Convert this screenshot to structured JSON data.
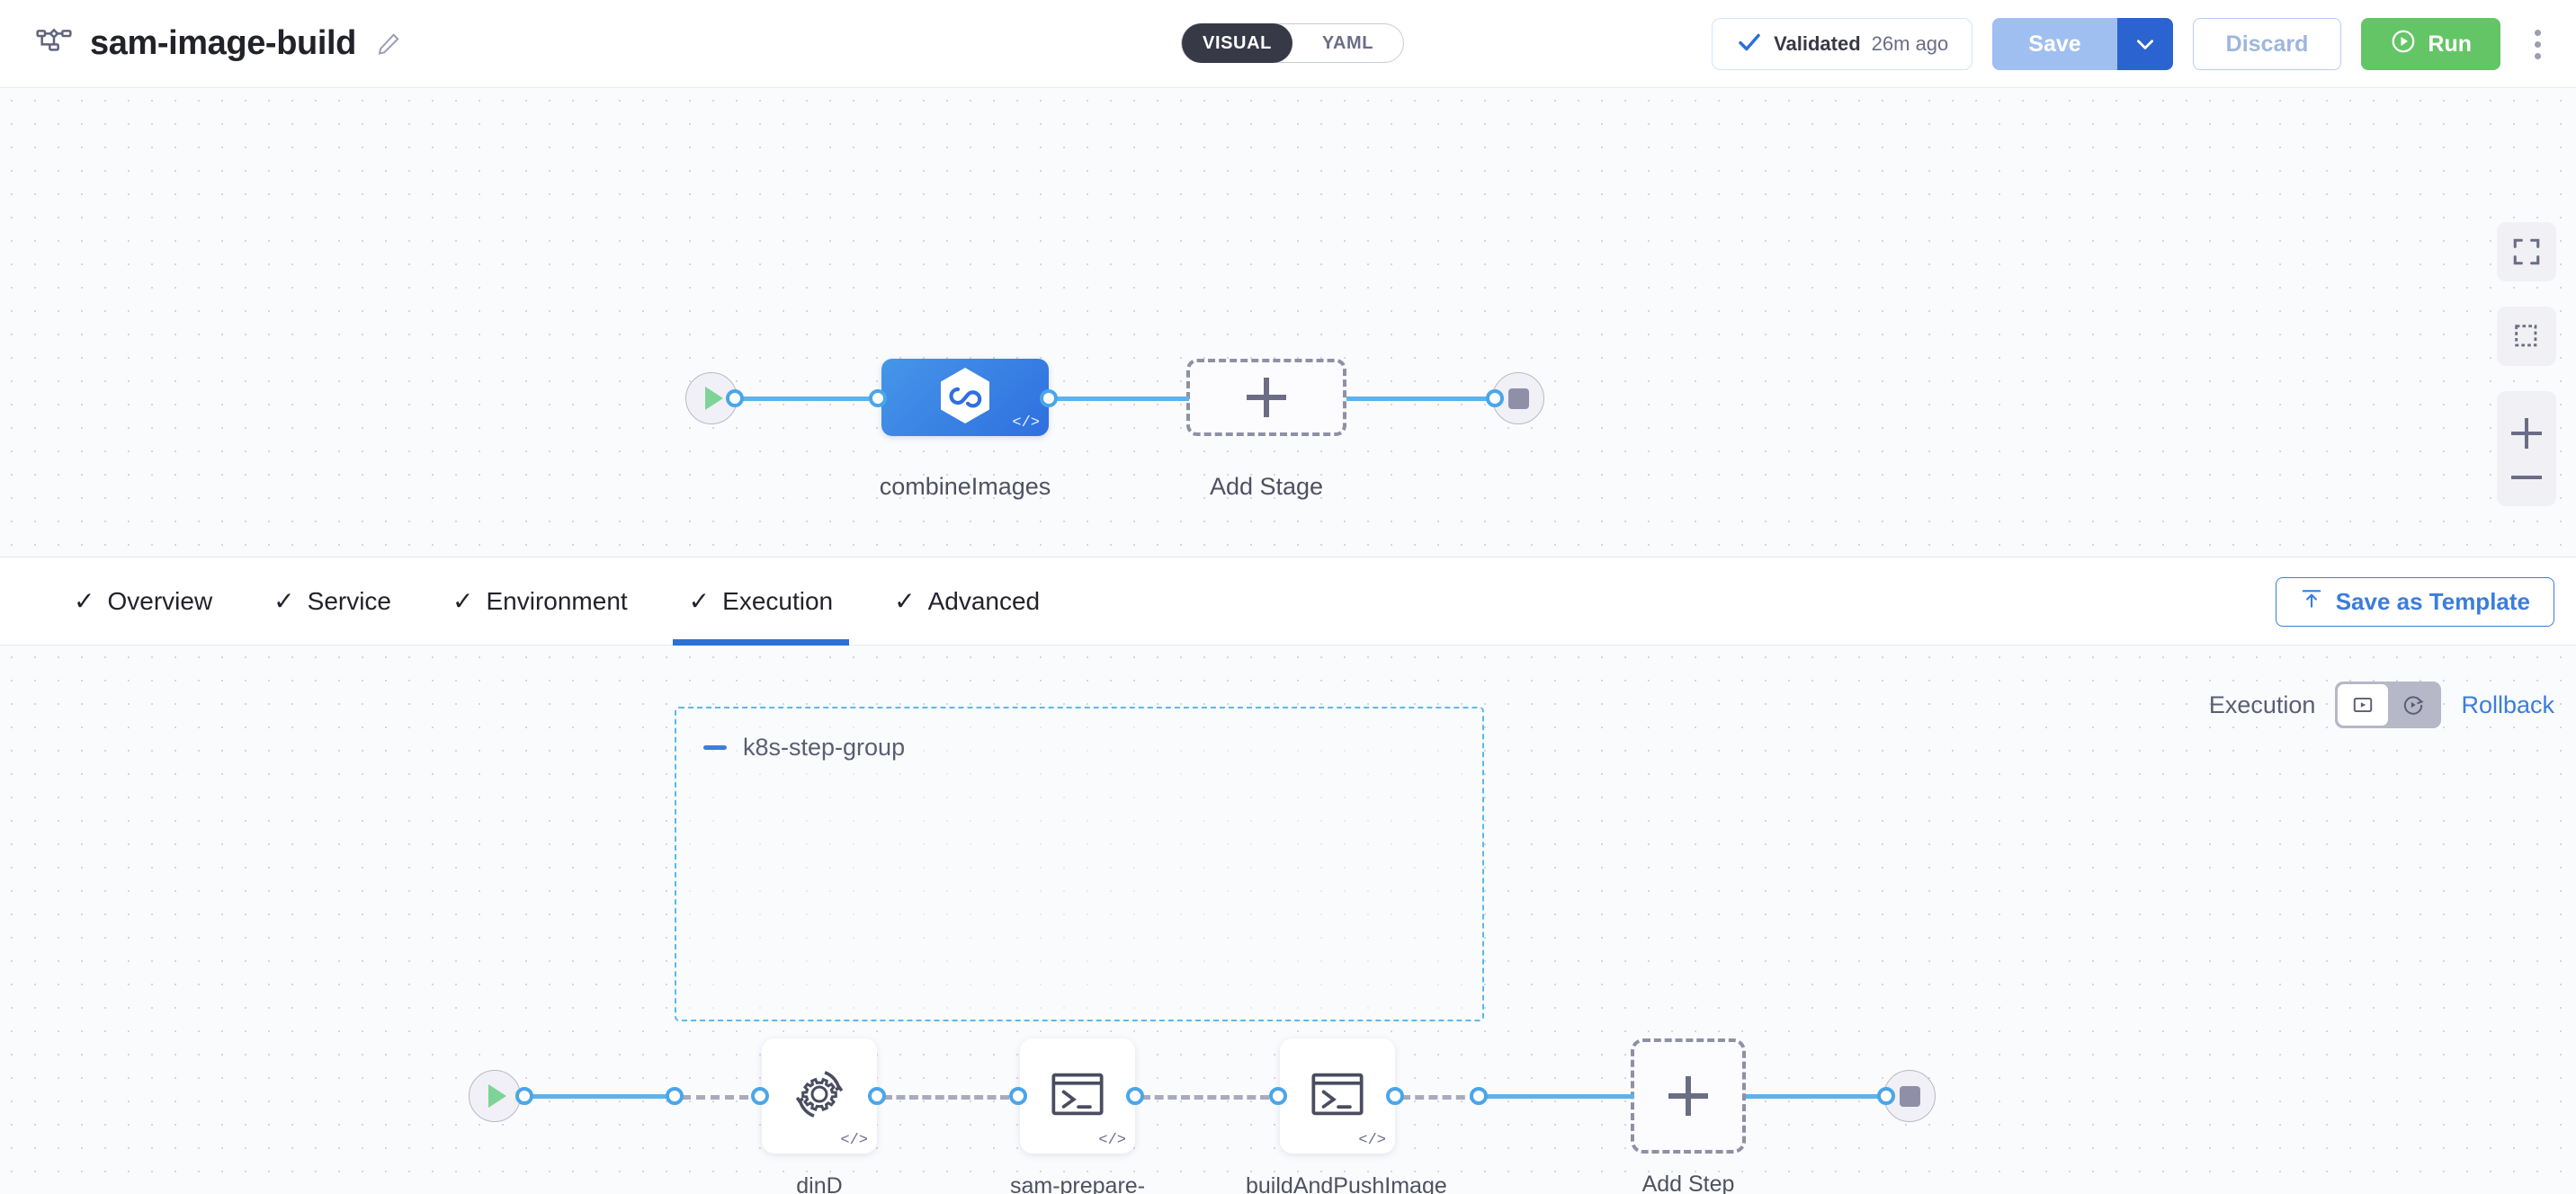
{
  "header": {
    "pipeline_icon": "pipeline-flow-icon",
    "title": "sam-image-build",
    "edit_icon": "pencil-icon",
    "mode_toggle": {
      "options": [
        "VISUAL",
        "YAML"
      ],
      "selected": "VISUAL"
    },
    "validated": {
      "icon": "check-icon",
      "label": "Validated",
      "time": "26m ago"
    },
    "save": {
      "label": "Save",
      "caret_icon": "chevron-down-icon"
    },
    "discard": {
      "label": "Discard"
    },
    "run": {
      "label": "Run",
      "icon": "play-circle-icon"
    },
    "more_icon": "kebab-menu-icon"
  },
  "colors": {
    "accent_blue": "#2b70d6",
    "link_blue": "#5db3ec",
    "run_green": "#64c566",
    "stage_blue": "#2f6fe0",
    "group_border": "#5ab9ea",
    "save_disabled": "#a0bff1"
  },
  "stage_canvas": {
    "start_node": "start-node",
    "end_node": "end-node",
    "stage": {
      "name": "combineImages",
      "icon": "harness-cd-hexagon-icon",
      "code_badge": "</>"
    },
    "add_stage": {
      "label": "Add Stage",
      "icon": "plus-icon"
    }
  },
  "canvas_controls": [
    {
      "name": "fit-to-screen",
      "icon": "expand-icon"
    },
    {
      "name": "select-area",
      "icon": "marquee-select-icon"
    },
    {
      "name": "zoom",
      "icons": [
        "plus-icon",
        "minus-icon"
      ]
    }
  ],
  "tabbar": {
    "tabs": [
      {
        "label": "Overview",
        "icon": "check-icon",
        "active": false
      },
      {
        "label": "Service",
        "icon": "check-icon",
        "active": false
      },
      {
        "label": "Environment",
        "icon": "check-icon",
        "active": false
      },
      {
        "label": "Execution",
        "icon": "check-icon",
        "active": true
      },
      {
        "label": "Advanced",
        "icon": "check-icon",
        "active": false
      }
    ],
    "save_as_template": {
      "label": "Save as Template",
      "icon": "upload-template-icon"
    }
  },
  "execution_canvas": {
    "mode_switch": {
      "left_label": "Execution",
      "right_label": "Rollback",
      "options": [
        {
          "name": "execution-view",
          "icon": "play-rect-icon",
          "active": true
        },
        {
          "name": "rollback-view",
          "icon": "rotate-play-icon",
          "active": false
        }
      ]
    },
    "step_group": {
      "title": "k8s-step-group",
      "collapse_icon": "minus-icon",
      "steps": [
        {
          "name": "dinD",
          "icon": "gear-rotate-icon",
          "code_badge": "</>"
        },
        {
          "name": "sam-prepare-build",
          "icon": "terminal-icon",
          "code_badge": "</>"
        },
        {
          "name": "buildAndPushImage",
          "icon": "terminal-icon",
          "code_badge": "</>"
        }
      ]
    },
    "add_step": {
      "label": "Add Step",
      "icon": "plus-icon"
    },
    "start_node": "start-node",
    "end_node": "end-node"
  }
}
